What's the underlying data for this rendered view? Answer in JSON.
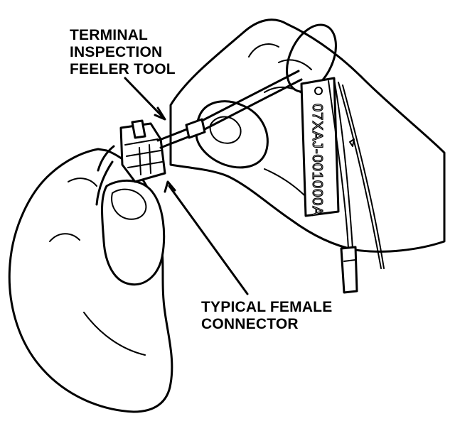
{
  "labels": {
    "tool": [
      "TERMINAL",
      "INSPECTION",
      "FEELER TOOL"
    ],
    "connector": [
      "TYPICAL FEMALE",
      "CONNECTOR"
    ]
  },
  "tag": {
    "text": "07XAJ-001000A"
  },
  "colors": {
    "ink": "#000000",
    "paper": "#ffffff"
  }
}
